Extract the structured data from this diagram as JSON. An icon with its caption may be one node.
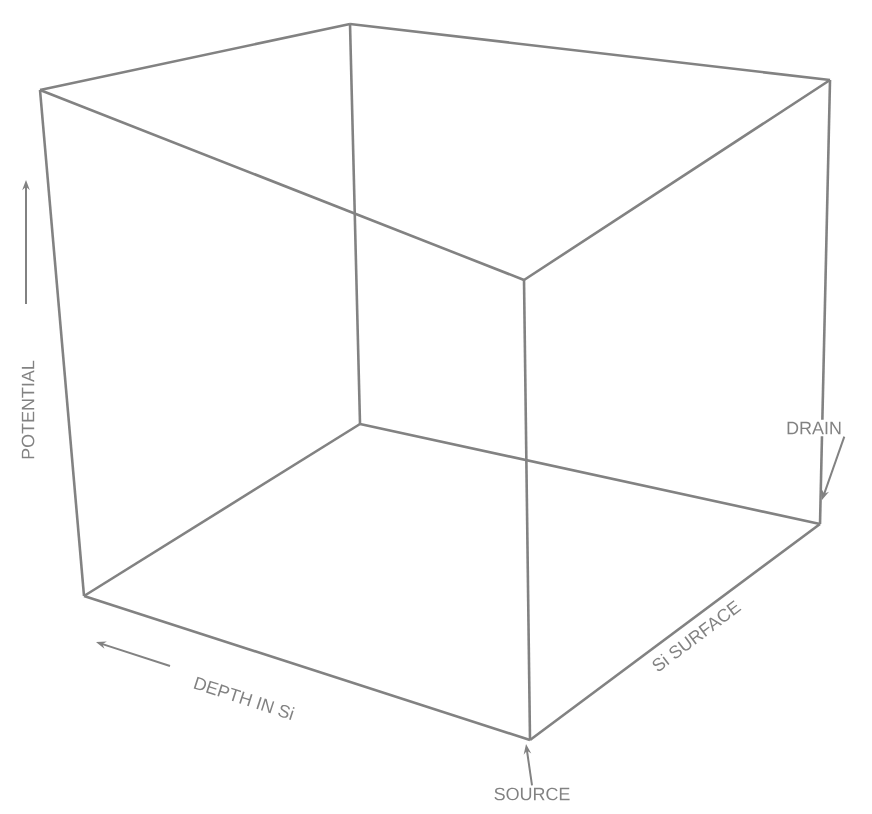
{
  "diagram": {
    "nodes": [
      {
        "text": [
          "SOURCE"
        ]
      },
      {
        "text": [
          "DRAIN"
        ]
      }
    ],
    "edges": [
      {
        "from": 0,
        "to": null,
        "arrow": "to"
      },
      {
        "from": 1,
        "to": null,
        "arrow": "to"
      }
    ],
    "labels": [
      "POTENTIAL",
      "DEPTH IN Si",
      "Si SURFACE"
    ]
  }
}
